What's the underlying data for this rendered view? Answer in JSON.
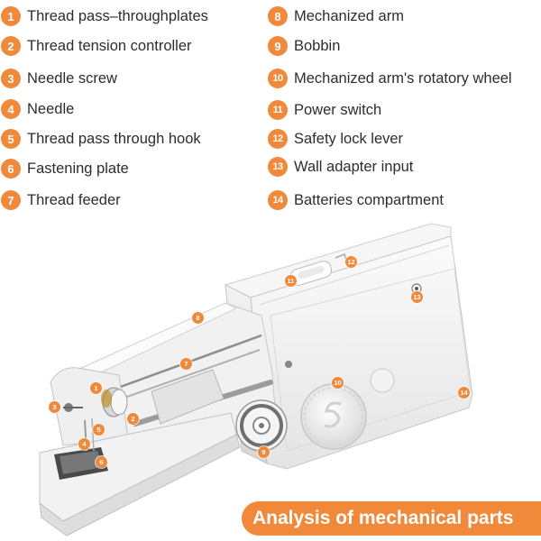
{
  "colors": {
    "accent": "#f0893a",
    "text": "#2d2d2d",
    "device_body": "#eeeeee"
  },
  "legend": {
    "left": [
      {
        "num": "1",
        "label": "Thread pass–throughplates"
      },
      {
        "num": "2",
        "label": "Thread tension controller"
      },
      {
        "num": "3",
        "label": "Needle screw"
      },
      {
        "num": "4",
        "label": "Needle"
      },
      {
        "num": "5",
        "label": "Thread pass through hook"
      },
      {
        "num": "6",
        "label": "Fastening plate"
      },
      {
        "num": "7",
        "label": "Thread feeder"
      }
    ],
    "right": [
      {
        "num": "8",
        "label": "Mechanized arm"
      },
      {
        "num": "9",
        "label": "Bobbin"
      },
      {
        "num": "10",
        "label": "Mechanized arm's rotatory wheel"
      },
      {
        "num": "11",
        "label": "Power switch"
      },
      {
        "num": "12",
        "label": "Safety lock lever"
      },
      {
        "num": "13",
        "label": "Wall adapter input"
      },
      {
        "num": "14",
        "label": "Batteries compartment"
      }
    ]
  },
  "callouts": [
    "1",
    "2",
    "3",
    "4",
    "5",
    "6",
    "7",
    "8",
    "9",
    "10",
    "11",
    "12",
    "13",
    "14"
  ],
  "banner": {
    "text": "Analysis of mechanical parts"
  }
}
